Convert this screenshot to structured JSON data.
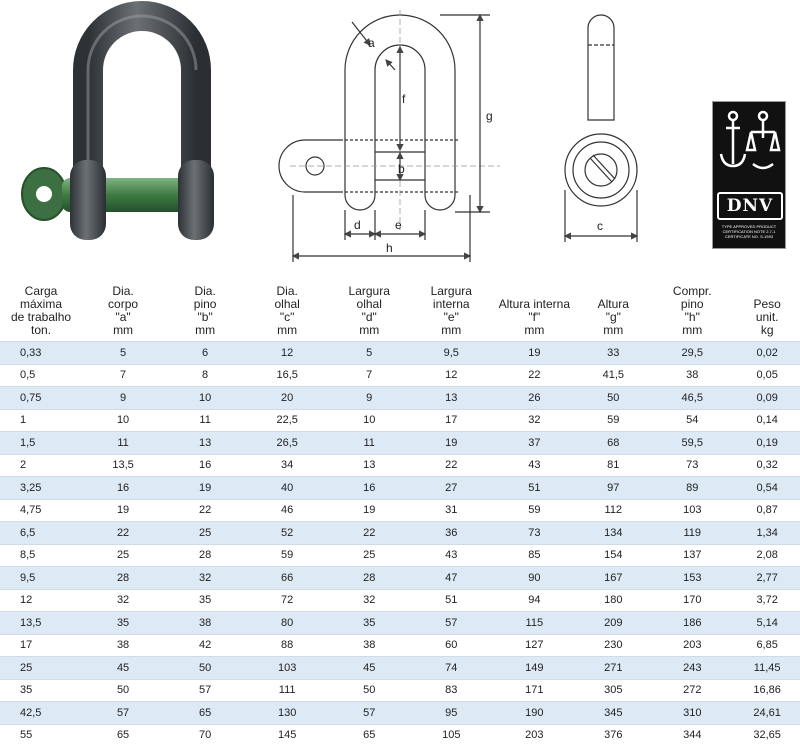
{
  "figures": {
    "photo": {
      "name": "shackle-photo",
      "body_color": "#4a4e52",
      "pin_color": "#3f7a43"
    },
    "front_view": {
      "dimension_labels": {
        "a": "a",
        "f": "f",
        "g": "g",
        "b": "b",
        "d": "d",
        "e": "e",
        "h": "h"
      }
    },
    "side_view": {
      "dimension_labels": {
        "c": "c"
      }
    }
  },
  "certification": {
    "brand": "DNV",
    "lines": [
      "TYPE APPROVED PRODUCT",
      "CERTIFICATION NOTE 2.7-1",
      "CERTIFICATE NO. S-1593"
    ]
  },
  "table": {
    "headers": [
      [
        "Carga",
        "máxima",
        "de trabalho",
        "ton."
      ],
      [
        "Dia.",
        "corpo",
        "\"a\"",
        "mm"
      ],
      [
        "Dia.",
        "pino",
        "\"b\"",
        "mm"
      ],
      [
        "Dia.",
        "olhal",
        "\"c\"",
        "mm"
      ],
      [
        "Largura",
        "olhal",
        "\"d\"",
        "mm"
      ],
      [
        "Largura",
        "interna",
        "\"e\"",
        "mm"
      ],
      [
        "Altura interna",
        "\"f\"",
        "mm"
      ],
      [
        "Altura",
        "\"g\"",
        "mm"
      ],
      [
        "Compr.",
        "pino",
        "\"h\"",
        "mm"
      ],
      [
        "Peso",
        "unit.",
        "kg"
      ]
    ],
    "rows": [
      [
        "0,33",
        "5",
        "6",
        "12",
        "5",
        "9,5",
        "19",
        "33",
        "29,5",
        "0,02"
      ],
      [
        "0,5",
        "7",
        "8",
        "16,5",
        "7",
        "12",
        "22",
        "41,5",
        "38",
        "0,05"
      ],
      [
        "0,75",
        "9",
        "10",
        "20",
        "9",
        "13",
        "26",
        "50",
        "46,5",
        "0,09"
      ],
      [
        "1",
        "10",
        "11",
        "22,5",
        "10",
        "17",
        "32",
        "59",
        "54",
        "0,14"
      ],
      [
        "1,5",
        "11",
        "13",
        "26,5",
        "11",
        "19",
        "37",
        "68",
        "59,5",
        "0,19"
      ],
      [
        "2",
        "13,5",
        "16",
        "34",
        "13",
        "22",
        "43",
        "81",
        "73",
        "0,32"
      ],
      [
        "3,25",
        "16",
        "19",
        "40",
        "16",
        "27",
        "51",
        "97",
        "89",
        "0,54"
      ],
      [
        "4,75",
        "19",
        "22",
        "46",
        "19",
        "31",
        "59",
        "112",
        "103",
        "0,87"
      ],
      [
        "6,5",
        "22",
        "25",
        "52",
        "22",
        "36",
        "73",
        "134",
        "119",
        "1,34"
      ],
      [
        "8,5",
        "25",
        "28",
        "59",
        "25",
        "43",
        "85",
        "154",
        "137",
        "2,08"
      ],
      [
        "9,5",
        "28",
        "32",
        "66",
        "28",
        "47",
        "90",
        "167",
        "153",
        "2,77"
      ],
      [
        "12",
        "32",
        "35",
        "72",
        "32",
        "51",
        "94",
        "180",
        "170",
        "3,72"
      ],
      [
        "13,5",
        "35",
        "38",
        "80",
        "35",
        "57",
        "115",
        "209",
        "186",
        "5,14"
      ],
      [
        "17",
        "38",
        "42",
        "88",
        "38",
        "60",
        "127",
        "230",
        "203",
        "6,85"
      ],
      [
        "25",
        "45",
        "50",
        "103",
        "45",
        "74",
        "149",
        "271",
        "243",
        "11,45"
      ],
      [
        "35",
        "50",
        "57",
        "111",
        "50",
        "83",
        "171",
        "305",
        "272",
        "16,86"
      ],
      [
        "42,5",
        "57",
        "65",
        "130",
        "57",
        "95",
        "190",
        "345",
        "310",
        "24,61"
      ],
      [
        "55",
        "65",
        "70",
        "145",
        "65",
        "105",
        "203",
        "376",
        "344",
        "32,65"
      ]
    ],
    "stripe_color": "#dde9f5"
  }
}
